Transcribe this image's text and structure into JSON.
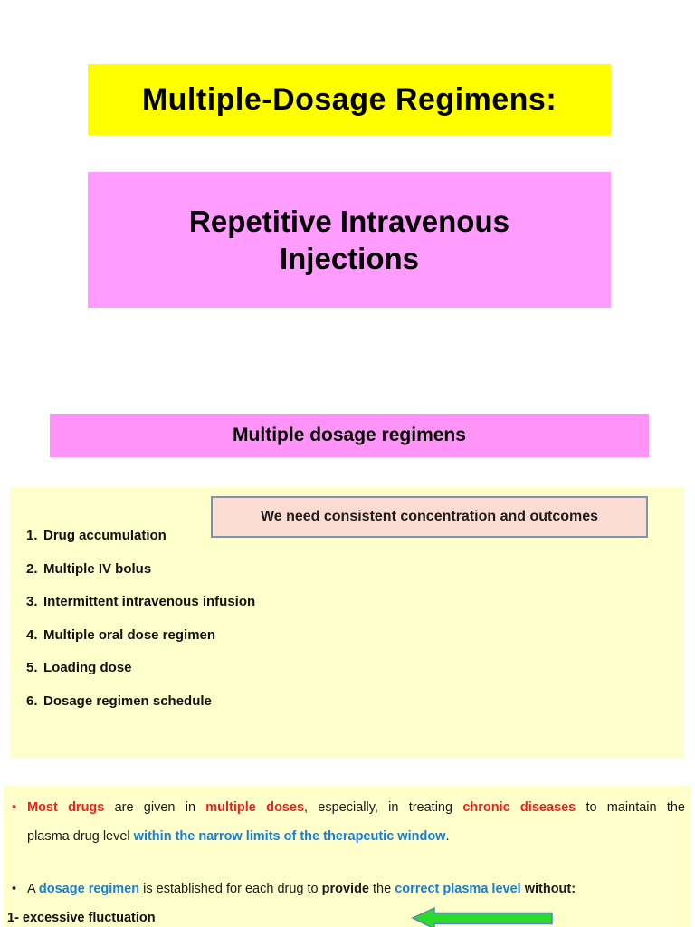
{
  "title_banner": {
    "text": "Multiple-Dosage Regimens:"
  },
  "subtitle_box": {
    "line1": "Repetitive Intravenous",
    "line2": "Injections"
  },
  "section_banner": {
    "text": "Multiple dosage regimens"
  },
  "overview": {
    "callout": {
      "text": "We need consistent concentration and outcomes"
    },
    "items": [
      {
        "num": "1.",
        "label": "Drug accumulation"
      },
      {
        "num": "2.",
        "label": "Multiple IV bolus"
      },
      {
        "num": "3.",
        "label": "Intermittent intravenous infusion"
      },
      {
        "num": "4.",
        "label": "Multiple oral dose regimen"
      },
      {
        "num": "5.",
        "label": "Loading dose"
      },
      {
        "num": "6.",
        "label": "Dosage regimen schedule"
      }
    ]
  },
  "body": {
    "bullet_char": "•",
    "para1": {
      "seg_red1": "Most drugs",
      "seg_black1": " are given in ",
      "seg_red2": "multiple doses",
      "seg_black2": ", especially, in treating ",
      "seg_red3": "chronic diseases",
      "seg_black3": " to maintain the",
      "line2_black1": "plasma drug level ",
      "line2_blue": "within the narrow limits of the therapeutic window",
      "line2_black2": "."
    },
    "para2": {
      "seg_black1": "A ",
      "seg_link": "dosage regimen ",
      "seg_black2": "is established for each drug to ",
      "seg_bold": "provide",
      "seg_black3": " the ",
      "seg_blue": "correct plasma level",
      "seg_space": " ",
      "seg_without": "without:"
    },
    "point1": "1- excessive fluctuation"
  },
  "colors": {
    "title_bg": "#ffff00",
    "subtitle_bg": "#ff9cfe",
    "section_banner_bg": "#ff94f8",
    "panel_bg": "#ffffcc",
    "callout_bg": "#fbdcd2",
    "callout_border": "#7f93af",
    "emphasis_red": "#f01e1e",
    "emphasis_blue": "#1580d8",
    "arrow_green": "#2bdb2b",
    "arrow_outline": "#6680b8"
  }
}
